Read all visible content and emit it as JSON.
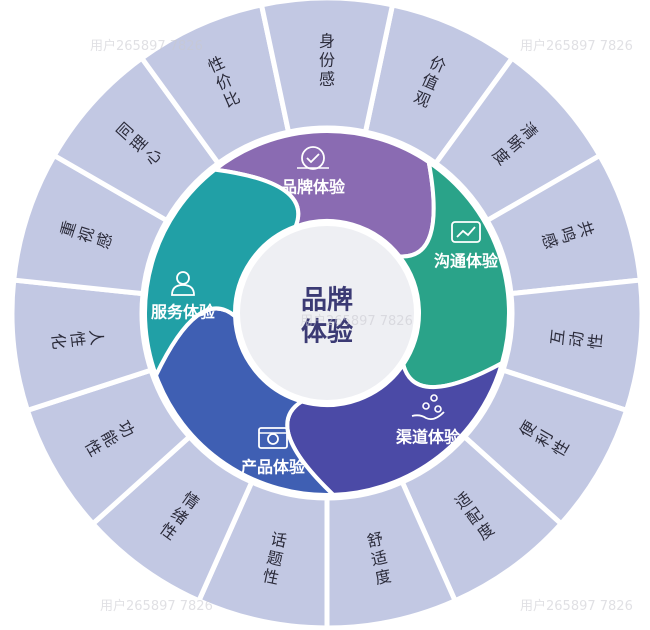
{
  "outer_ring": [
    {
      "label": "价值观"
    },
    {
      "label": "清晰度"
    },
    {
      "label": "共鸣感"
    },
    {
      "label": "互动性"
    },
    {
      "label": "便利性"
    },
    {
      "label": "适配度"
    },
    {
      "label": "舒适度"
    },
    {
      "label": "话题性"
    },
    {
      "label": "情绪性"
    },
    {
      "label": "功能性"
    },
    {
      "label": "人性化"
    },
    {
      "label": "重视感"
    },
    {
      "label": "同理心"
    },
    {
      "label": "性价比"
    },
    {
      "label": "身份感"
    }
  ],
  "petals": [
    {
      "label": "品牌体验",
      "icon": "badge-icon",
      "color": "#8a6bb2"
    },
    {
      "label": "沟通体验",
      "icon": "chat-chart-icon",
      "color": "#2aa389"
    },
    {
      "label": "渠道体验",
      "icon": "hand-network-icon",
      "color": "#4b4aa6"
    },
    {
      "label": "产品体验",
      "icon": "gear-screen-icon",
      "color": "#3f5fb3"
    },
    {
      "label": "服务体验",
      "icon": "person-icon",
      "color": "#21a0a6"
    }
  ],
  "center": {
    "line1": "品牌",
    "line2": "体验"
  },
  "colors": {
    "outer_segment": "#c2c8e3",
    "outer_border": "#ffffff",
    "center_fill": "#eeeff3",
    "center_text": "#3b3a74"
  },
  "watermark": "用户265897 7826"
}
